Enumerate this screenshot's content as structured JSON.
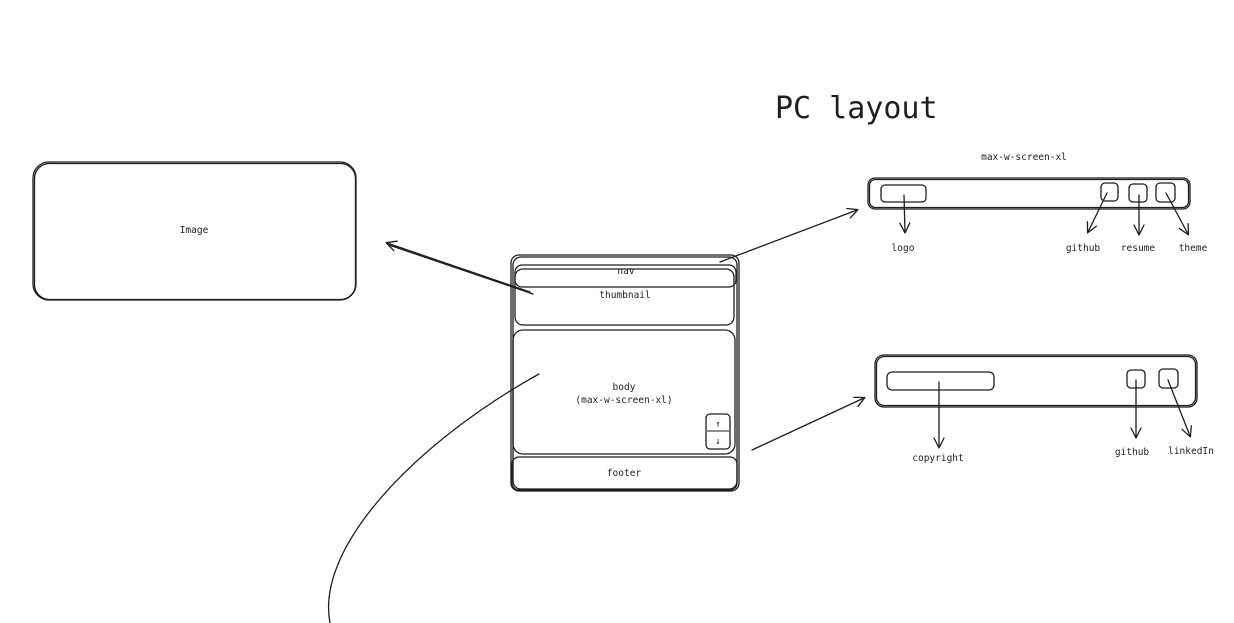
{
  "title": "PC layout",
  "image_panel": {
    "label": "Image"
  },
  "wireframe": {
    "nav": "nav",
    "thumbnail": "thumbnail",
    "body_line1": "body",
    "body_line2": "(max-w-screen-xl)",
    "scroll_up": "↑",
    "scroll_down": "↓",
    "footer": "footer"
  },
  "nav_detail": {
    "caption": "max-w-screen-xl",
    "logo": "logo",
    "github": "github",
    "resume": "resume",
    "theme": "theme"
  },
  "footer_detail": {
    "copyright": "copyright",
    "github": "github",
    "linkedin": "linkedIn"
  }
}
